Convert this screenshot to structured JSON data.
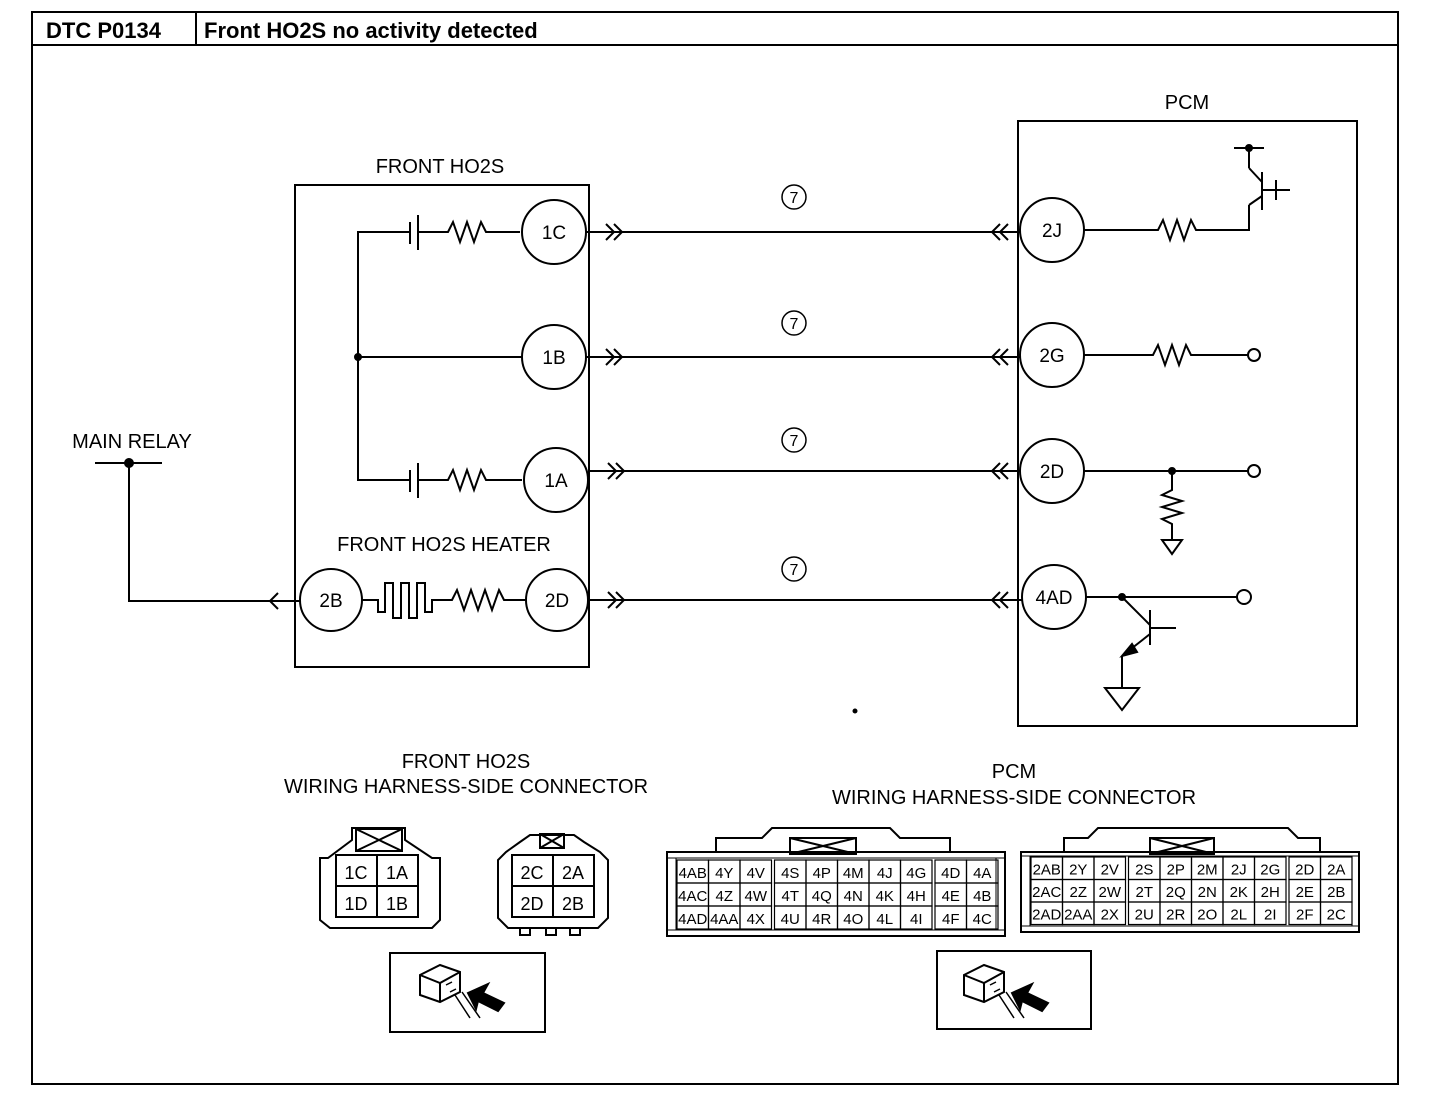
{
  "header": {
    "code": "DTC P0134",
    "title": "Front HO2S no activity detected"
  },
  "labels": {
    "pcm": "PCM",
    "front_ho2s": "FRONT HO2S",
    "main_relay": "MAIN RELAY",
    "heater": "FRONT HO2S HEATER",
    "harness_ref": "⑦"
  },
  "sensor_pins": [
    "1C",
    "1B",
    "1A",
    "2B",
    "2D"
  ],
  "pcm_pins": [
    "2J",
    "2G",
    "2D",
    "4AD"
  ],
  "front_connector": {
    "title_line1": "FRONT HO2S",
    "title_line2": "WIRING HARNESS-SIDE CONNECTOR",
    "left_cells": [
      "1C",
      "1A",
      "1D",
      "1B"
    ],
    "right_cells": [
      "2C",
      "2A",
      "2D",
      "2B"
    ]
  },
  "pcm_connector": {
    "title_line1": "PCM",
    "title_line2": "WIRING HARNESS-SIDE CONNECTOR",
    "left_rows": [
      [
        "4AB",
        "4Y",
        "4V",
        "4S",
        "4P",
        "4M",
        "4J",
        "4G",
        "4D",
        "4A"
      ],
      [
        "4AC",
        "4Z",
        "4W",
        "4T",
        "4Q",
        "4N",
        "4K",
        "4H",
        "4E",
        "4B"
      ],
      [
        "4AD",
        "4AA",
        "4X",
        "4U",
        "4R",
        "4O",
        "4L",
        "4I",
        "4F",
        "4C"
      ]
    ],
    "right_rows": [
      [
        "2AB",
        "2Y",
        "2V",
        "2S",
        "2P",
        "2M",
        "2J",
        "2G",
        "2D",
        "2A"
      ],
      [
        "2AC",
        "2Z",
        "2W",
        "2T",
        "2Q",
        "2N",
        "2K",
        "2H",
        "2E",
        "2B"
      ],
      [
        "2AD",
        "2AA",
        "2X",
        "2U",
        "2R",
        "2O",
        "2L",
        "2I",
        "2F",
        "2C"
      ]
    ]
  }
}
